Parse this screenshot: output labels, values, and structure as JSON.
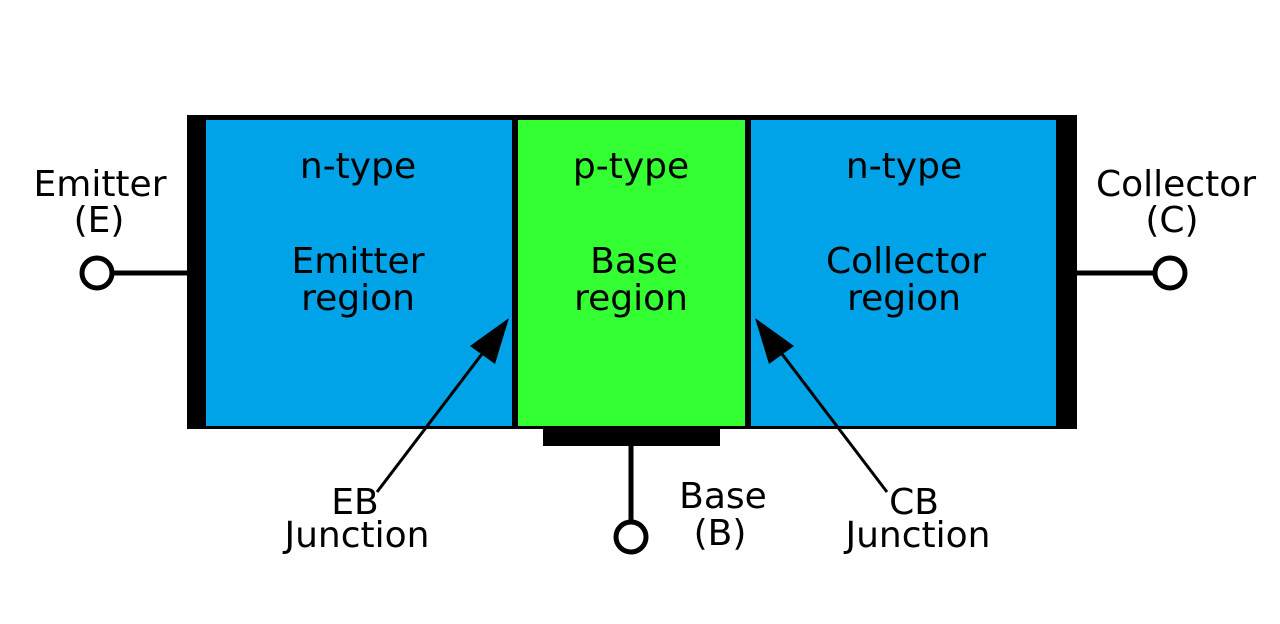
{
  "colors": {
    "n_region": "#00a3e8",
    "p_region": "#33ff33",
    "stroke": "#000000",
    "background": "#ffffff"
  },
  "regions": {
    "emitter": {
      "type": "n-type",
      "line1": "Emitter",
      "line2": "region"
    },
    "base": {
      "type": "p-type",
      "line1": "Base",
      "line2": "region"
    },
    "collector": {
      "type": "n-type",
      "line1": "Collector",
      "line2": "region"
    }
  },
  "terminals": {
    "emitter": {
      "name": "Emitter",
      "symbol": "(E)"
    },
    "base": {
      "name": "Base",
      "symbol": "(B)"
    },
    "collector": {
      "name": "Collector",
      "symbol": "(C)"
    }
  },
  "junctions": {
    "eb": {
      "line1": "EB",
      "line2": "Junction"
    },
    "cb": {
      "line1": "CB",
      "line2": "Junction"
    }
  }
}
